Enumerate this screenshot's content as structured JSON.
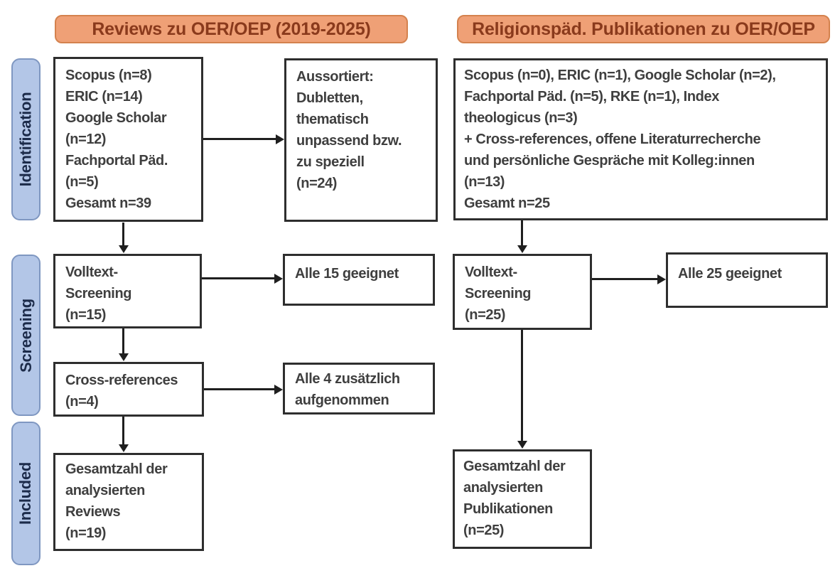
{
  "colors": {
    "header_fill": "#efa076",
    "header_border": "#d4824e",
    "header_text": "#8a3a1c",
    "stage_fill": "#b3c6e7",
    "stage_border": "#7f97c1",
    "stage_text": "#1c2b4a",
    "box_border": "#2e2e2e",
    "box_text": "#3f3f3f",
    "arrow": "#1f1f1f",
    "bg": "#ffffff"
  },
  "headers": {
    "left": "Reviews zu OER/OEP (2019-2025)",
    "right": "Religionspäd. Publikationen zu OER/OEP"
  },
  "stages": {
    "identification": "Identification",
    "screening": "Screening",
    "included": "Included"
  },
  "left_column": {
    "sources": "Scopus (n=8)\nERIC (n=14)\nGoogle Scholar\n(n=12)\nFachportal Päd.\n(n=5)\nGesamt n=39",
    "excluded": "Aussortiert:\nDubletten,\nthematisch\nunpassend bzw.\nzu speziell\n(n=24)",
    "fulltext_screening": "Volltext-\nScreening\n(n=15)",
    "fulltext_result": "Alle 15 geeignet",
    "crossref": "Cross-references\n(n=4)",
    "crossref_result": "Alle 4 zusätzlich\naufgenommen",
    "included_total": "Gesamtzahl der\nanalysierten\nReviews\n(n=19)"
  },
  "right_column": {
    "sources": "Scopus (n=0), ERIC (n=1), Google Scholar (n=2),\nFachportal Päd. (n=5), RKE (n=1), Index\ntheologicus (n=3)\n+ Cross-references, offene Literaturrecherche\nund persönliche Gespräche mit Kolleg:innen\n(n=13)\nGesamt n=25",
    "fulltext_screening": "Volltext-\nScreening\n(n=25)",
    "fulltext_result": "Alle 25 geeignet",
    "included_total": "Gesamtzahl der\nanalysierten\nPublikationen\n(n=25)"
  }
}
